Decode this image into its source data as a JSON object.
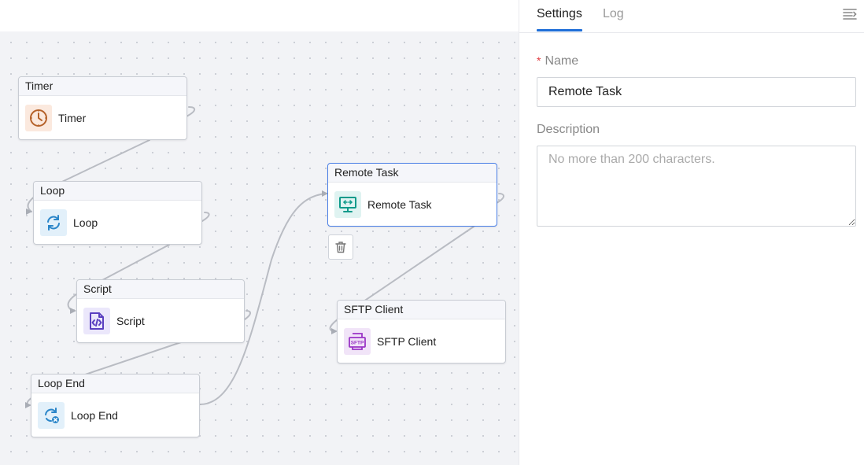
{
  "canvas": {
    "nodes": [
      {
        "id": "timer",
        "header": "Timer",
        "label": "Timer",
        "icon": "clock-icon",
        "selected": false
      },
      {
        "id": "loop",
        "header": "Loop",
        "label": "Loop",
        "icon": "refresh-icon",
        "selected": false
      },
      {
        "id": "script",
        "header": "Script",
        "label": "Script",
        "icon": "code-icon",
        "selected": false
      },
      {
        "id": "loop-end",
        "header": "Loop End",
        "label": "Loop End",
        "icon": "loop-end-icon",
        "selected": false
      },
      {
        "id": "remote-task",
        "header": "Remote Task",
        "label": "Remote Task",
        "icon": "monitor-transfer-icon",
        "selected": true
      },
      {
        "id": "sftp-client",
        "header": "SFTP Client",
        "label": "SFTP Client",
        "icon": "sftp-icon",
        "icon_text": "SFTP",
        "selected": false
      }
    ],
    "delete_icon": "trash-icon"
  },
  "panel": {
    "tabs": [
      {
        "label": "Settings",
        "active": true
      },
      {
        "label": "Log",
        "active": false
      }
    ],
    "collapse_icon": "collapse-panel-icon",
    "name_required_mark": "*",
    "name_label": "Name",
    "name_value": "Remote Task",
    "description_label": "Description",
    "description_value": "",
    "description_placeholder": "No more than 200 characters."
  },
  "colors": {
    "accent": "#1f6fd8",
    "selected_border": "#4a7fe6",
    "canvas_bg": "#f2f3f6",
    "edge": "#b9bcc3",
    "timer_icon": "#b5622a",
    "loop_icon": "#2b86c9",
    "script_icon": "#5a3fc0",
    "remote_icon": "#0d9a8a",
    "sftp_icon": "#9a35c5"
  }
}
